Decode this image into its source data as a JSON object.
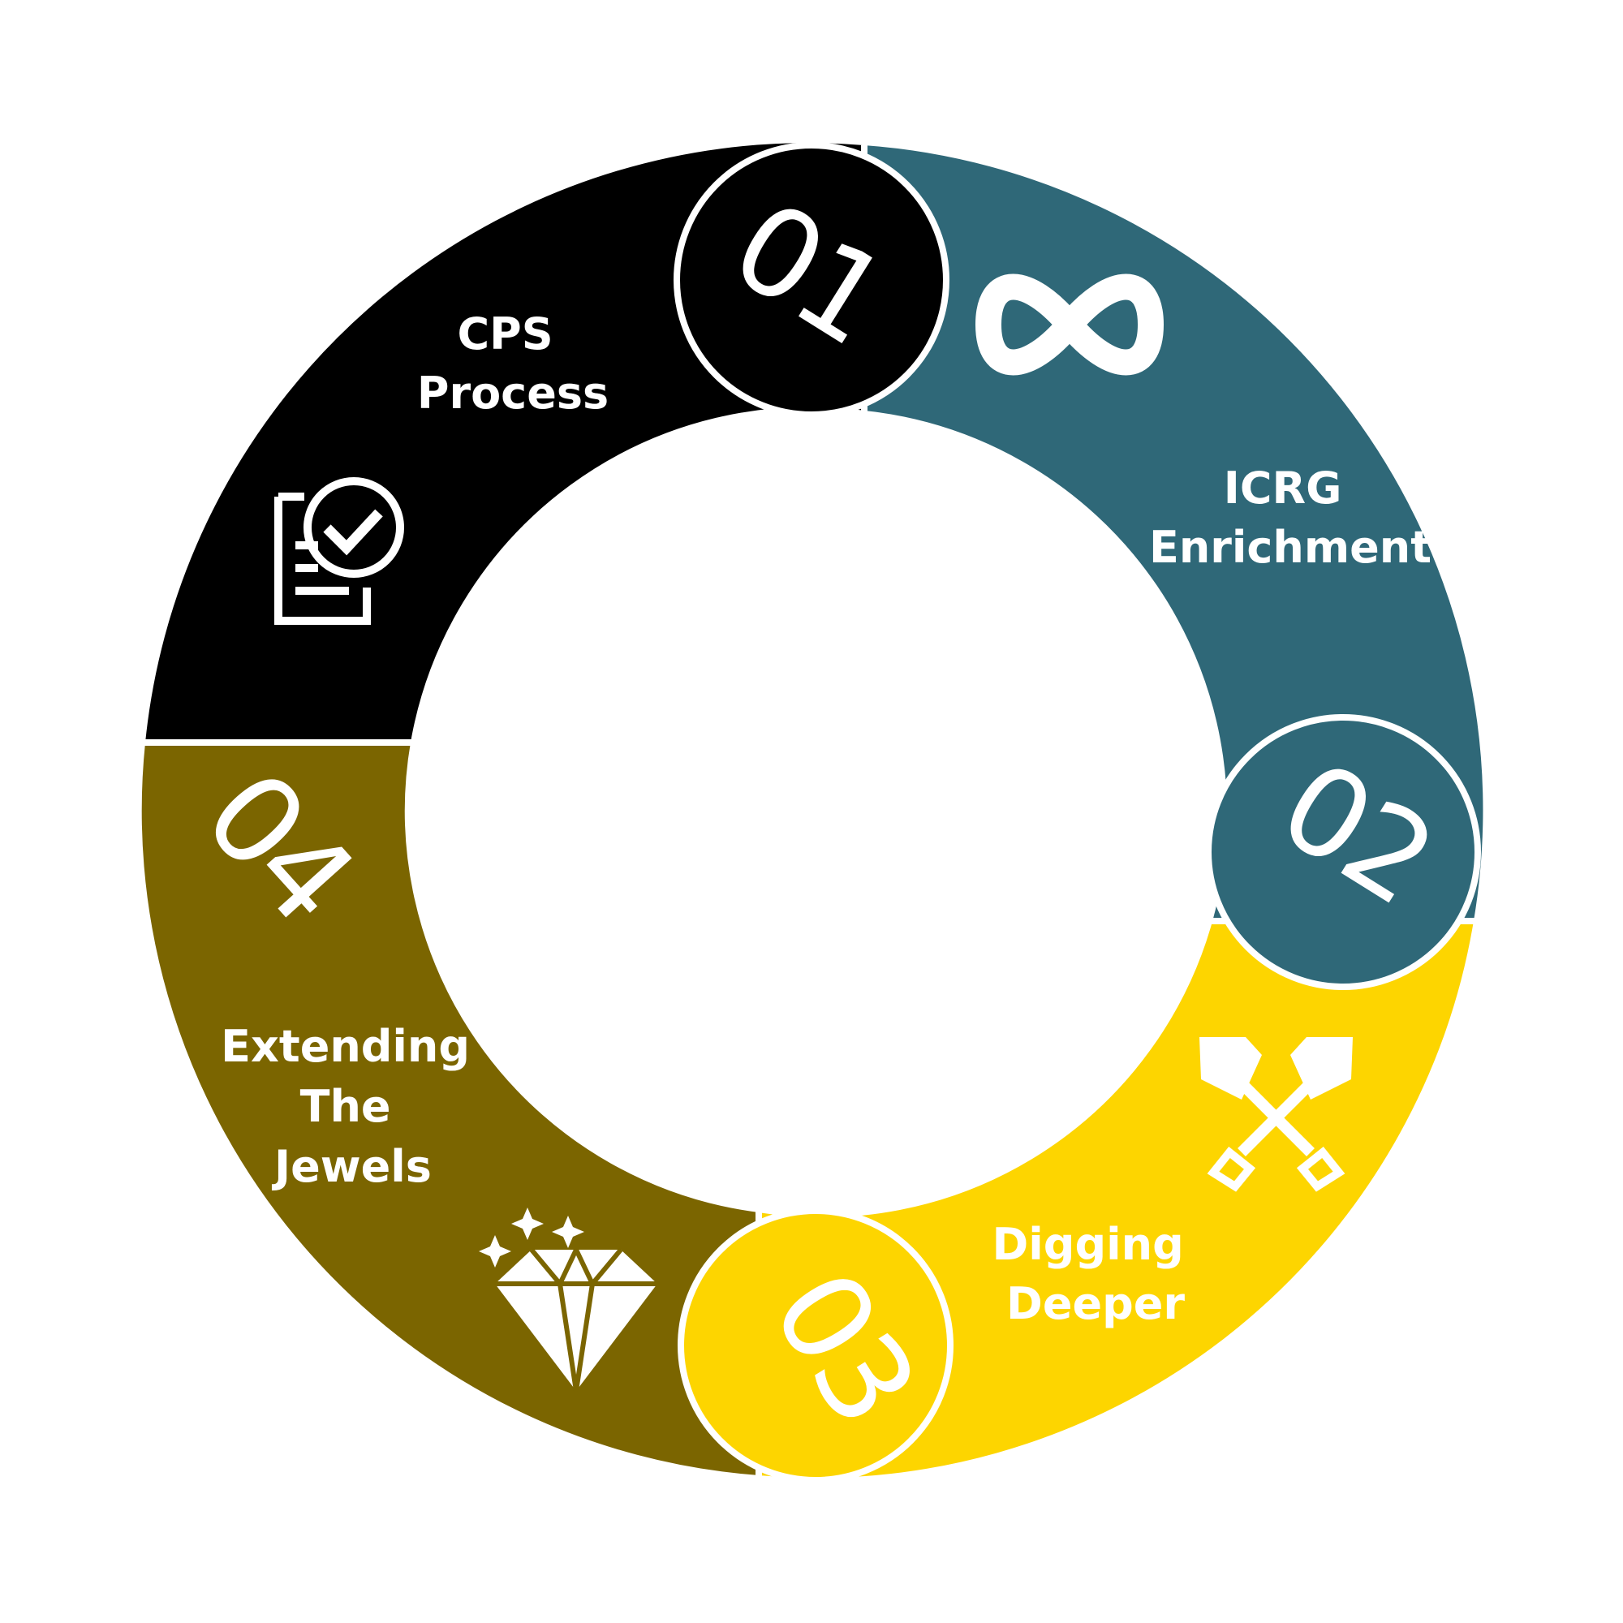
{
  "segments": [
    {
      "id": "01",
      "number": "01",
      "label_lines": [
        "CPS",
        "Process"
      ],
      "color": "#000000",
      "icon": "document-check-icon"
    },
    {
      "id": "02",
      "number": "02",
      "label_lines": [
        "ICRG",
        "Enrichment"
      ],
      "color": "#2f6878",
      "icon": "infinity-icon"
    },
    {
      "id": "03",
      "number": "03",
      "label_lines": [
        "Digging",
        "Deeper"
      ],
      "color": "#fdd500",
      "icon": "crossed-shovels-icon"
    },
    {
      "id": "04",
      "number": "04",
      "label_lines": [
        "Extending",
        "The",
        "Jewels"
      ],
      "color": "#7b6500",
      "icon": "diamond-icon"
    }
  ]
}
